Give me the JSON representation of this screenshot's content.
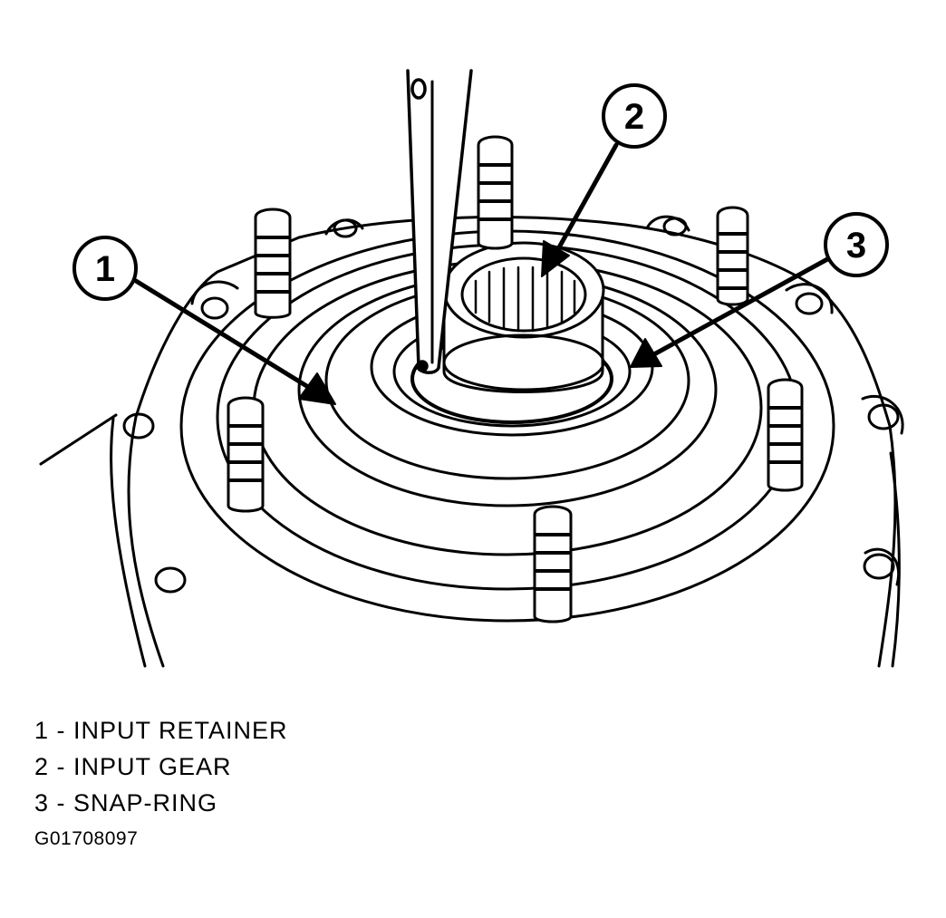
{
  "callouts": [
    {
      "number": "1"
    },
    {
      "number": "2"
    },
    {
      "number": "3"
    }
  ],
  "legend": [
    {
      "text": "1 - INPUT RETAINER"
    },
    {
      "text": "2 - INPUT GEAR"
    },
    {
      "text": "3 - SNAP-RING"
    }
  ],
  "figure_id": "G01708097",
  "colors": {
    "line": "#000000",
    "background": "#ffffff"
  }
}
